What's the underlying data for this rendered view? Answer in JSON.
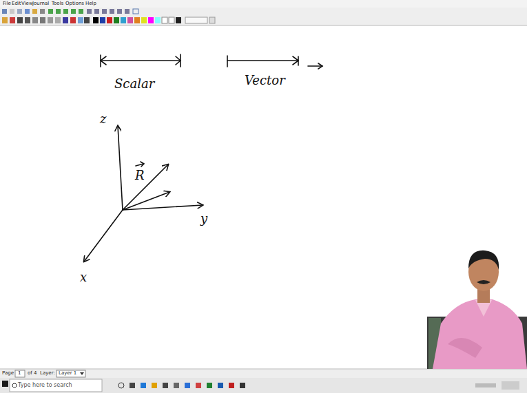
{
  "diagram": {
    "labels": [
      "File",
      "Edit",
      "View",
      "Journal",
      "Tools",
      "Options",
      "Help",
      "Scalar",
      "Vector",
      "z",
      "R",
      "y",
      "x",
      "Page",
      "1",
      "of 4",
      "Layer:",
      "Layer 1",
      "Type here to search"
    ]
  }
}
